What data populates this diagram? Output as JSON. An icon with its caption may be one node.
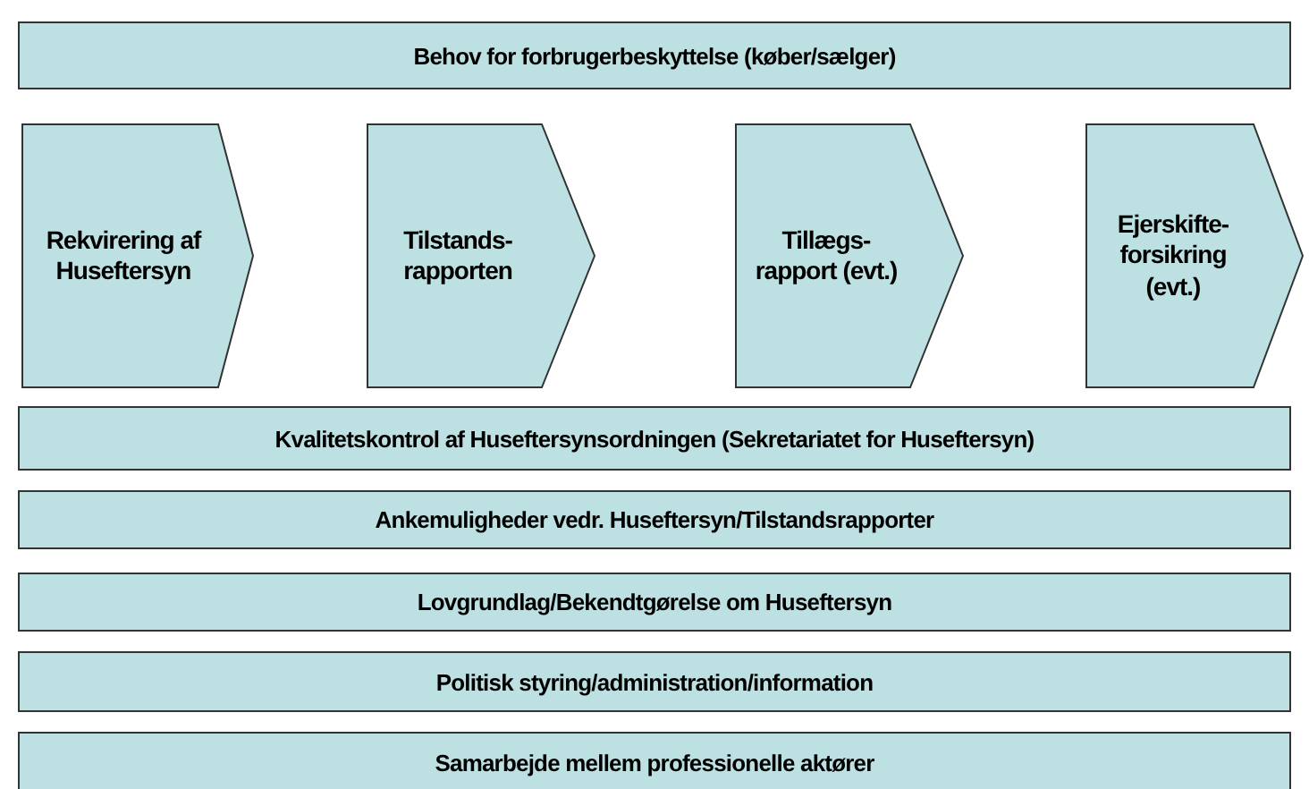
{
  "diagram": {
    "nodes": [
      {
        "text": [
          "Behov for forbrugerbeskyttelse (køber/sælger)"
        ]
      },
      {
        "text": [
          "Rekvirering af Huseftersyn"
        ]
      },
      {
        "text": [
          "Tilstands- rapporten"
        ]
      },
      {
        "text": [
          "Tillægs- rapport (evt.)"
        ]
      },
      {
        "text": [
          "Ejerskifte- forsikring (evt.)"
        ]
      },
      {
        "text": [
          "Kvalitetskontrol af Huseftersynsordningen (Sekretariatet for Huseftersyn)"
        ]
      },
      {
        "text": [
          "Ankemuligheder vedr. Huseftersyn/Tilstandsrapporter"
        ]
      },
      {
        "text": [
          "Lovgrundlag/Bekendtgørelse om Huseftersyn"
        ]
      },
      {
        "text": [
          "Politisk styring/administration/information"
        ]
      },
      {
        "text": [
          "Samarbejde mellem professionelle aktører"
        ]
      }
    ]
  }
}
